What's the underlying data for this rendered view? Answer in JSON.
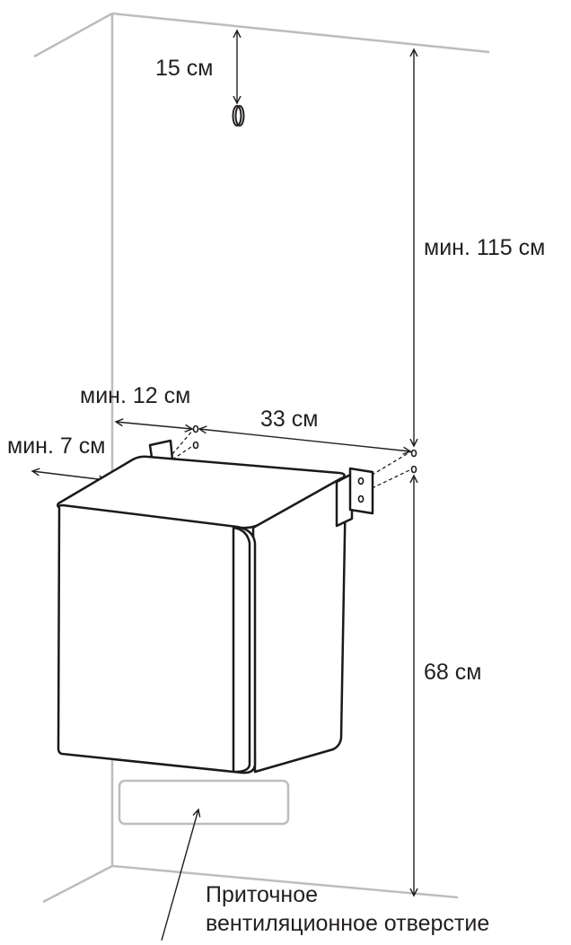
{
  "dimensions": {
    "top_clearance": "15 см",
    "min_height_above": "мин. 115 см",
    "min_side_12": "мин. 12 см",
    "bracket_spacing": "33 см",
    "min_side_7": "мин. 7 см",
    "mount_height": "68 см"
  },
  "vent": {
    "line1": "Приточное",
    "line2": "вентиляционное отверстие"
  },
  "colors": {
    "wall": "#bdbdbd",
    "outline": "#1a1a1a",
    "text": "#231f20"
  }
}
